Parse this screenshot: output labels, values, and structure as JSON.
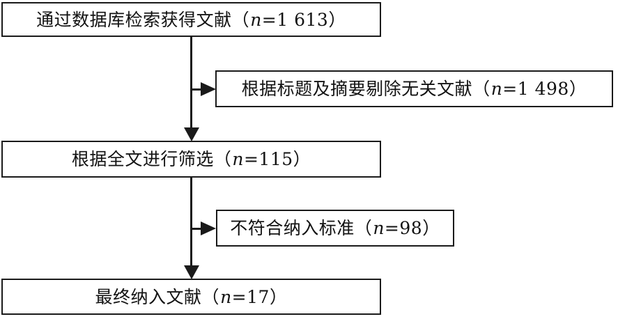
{
  "diagram": {
    "type": "literature-screening-flowchart",
    "language": "zh-CN",
    "colors": {
      "line": "#1a1a1a",
      "box_fill": "#ffffff",
      "text": "#121212",
      "background": "#ffffff"
    },
    "nodes": [
      {
        "id": "identification",
        "stage": "identification",
        "text_prefix": "通过数据库检索获得文献",
        "open_paren": "（",
        "n_symbol": "n",
        "equals": "=",
        "count": "1 613",
        "close_paren": "）",
        "full_text": "通过数据库检索获得文献（n=1 613）"
      },
      {
        "id": "excluded-title-abstract",
        "stage": "screening-exclusion",
        "text_prefix": "根据标题及摘要剔除无关文献",
        "open_paren": "（",
        "n_symbol": "n",
        "equals": "=",
        "count": "1 498",
        "close_paren": "）",
        "full_text": "根据标题及摘要剔除无关文献（n=1 498）"
      },
      {
        "id": "fulltext-screening",
        "stage": "eligibility",
        "text_prefix": "根据全文进行筛选",
        "open_paren": "（",
        "n_symbol": "n",
        "equals": "=",
        "count": "115",
        "close_paren": "）",
        "full_text": "根据全文进行筛选（n=115）"
      },
      {
        "id": "excluded-criteria",
        "stage": "eligibility-exclusion",
        "text_prefix": "不符合纳入标准",
        "open_paren": "（",
        "n_symbol": "n",
        "equals": "=",
        "count": "98",
        "close_paren": "）",
        "full_text": "不符合纳入标准（n=98）"
      },
      {
        "id": "included",
        "stage": "included",
        "text_prefix": "最终纳入文献",
        "open_paren": "（",
        "n_symbol": "n",
        "equals": "=",
        "count": "17",
        "close_paren": "）",
        "full_text": "最终纳入文献（n=17）"
      }
    ],
    "connectors": [
      {
        "id": "stage1-down",
        "from": "identification",
        "to": "fulltext-screening",
        "direction": "down",
        "arrowhead": true
      },
      {
        "id": "stage1-branch",
        "from": "identification",
        "to": "excluded-title-abstract",
        "direction": "right",
        "arrowhead": true
      },
      {
        "id": "stage2-down",
        "from": "fulltext-screening",
        "to": "included",
        "direction": "down",
        "arrowhead": true
      },
      {
        "id": "stage2-branch",
        "from": "fulltext-screening",
        "to": "excluded-criteria",
        "direction": "right",
        "arrowhead": true
      }
    ]
  }
}
